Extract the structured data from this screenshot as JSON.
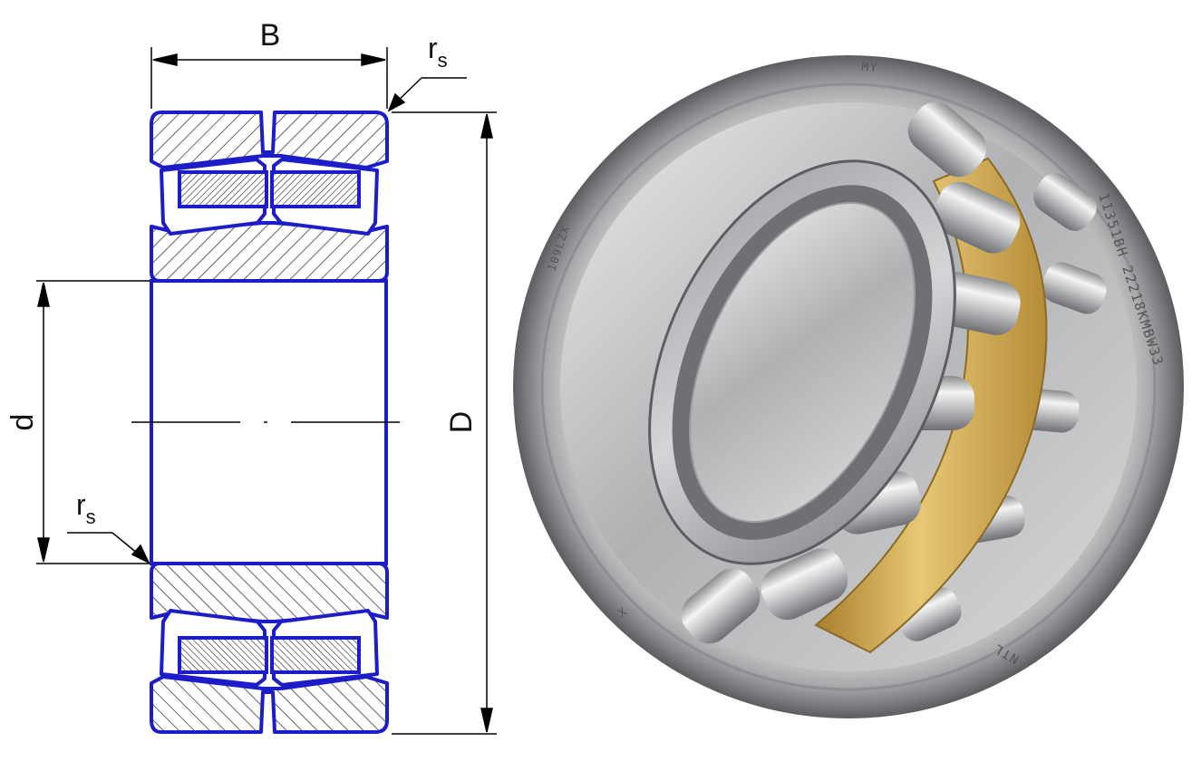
{
  "drawing": {
    "labels": {
      "width": "B",
      "bore": "d",
      "outer_diameter": "D",
      "chamfer_main": "r",
      "chamfer_sub": "s"
    }
  },
  "photo": {
    "ring_engravings": [
      "11351BH 22218KMBW33",
      "NTL",
      "MY",
      "109LZX",
      "X"
    ]
  },
  "colors": {
    "outline": "#1c1cc8",
    "dimension": "#000000",
    "steel": "#b9babc",
    "brass": "#c9a24a"
  }
}
